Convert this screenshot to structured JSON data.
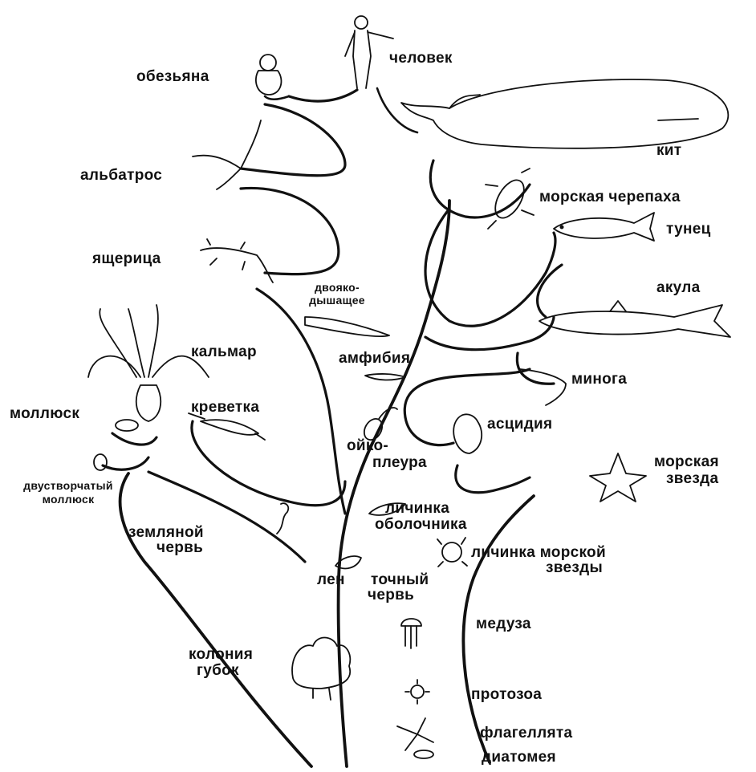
{
  "labels": {
    "human": "человек",
    "monkey": "обезьяна",
    "whale": "кит",
    "albatross": "альбатрос",
    "sea_turtle": "морская черепаха",
    "tuna": "тунец",
    "lizard": "ящерица",
    "lungfish_1": "двояко-",
    "lungfish_2": "дышащее",
    "shark": "акула",
    "squid": "кальмар",
    "amphibian": "амфибия",
    "lamprey": "минога",
    "shrimp": "креветка",
    "mollusk": "моллюск",
    "ascidian": "асцидия",
    "oikopleura_1": "ойко-",
    "oikopleura_2": "плеура",
    "starfish_1": "морская",
    "starfish_2": "звезда",
    "bivalve_1": "двустворчатый",
    "bivalve_2": "моллюск",
    "tunicate_larva_1": "личинка",
    "tunicate_larva_2": "оболочника",
    "earthworm_1": "земляной",
    "earthworm_2": "червь",
    "starfish_larva_1": "личинка морской",
    "starfish_larva_2": "звезды",
    "tapeworm_1": "лен",
    "tapeworm_1b": "точный",
    "tapeworm_2": "червь",
    "jellyfish": "медуза",
    "sponge_colony_1": "колония",
    "sponge_colony_2": "губок",
    "protozoa": "протозоа",
    "flagellate": "флагеллята",
    "diatom": "диатомея"
  },
  "icons": [
    "human-icon",
    "monkey-icon",
    "whale-icon",
    "albatross-icon",
    "sea-turtle-icon",
    "tuna-icon",
    "lizard-icon",
    "lungfish-icon",
    "shark-icon",
    "squid-icon",
    "amphibian-icon",
    "lamprey-icon",
    "shrimp-icon",
    "mollusk-icon",
    "ascidian-icon",
    "oikopleura-icon",
    "starfish-icon",
    "bivalve-icon",
    "tunicate-larva-icon",
    "earthworm-icon",
    "starfish-larva-icon",
    "tapeworm-icon",
    "jellyfish-icon",
    "sponge-colony-icon",
    "protozoa-icon",
    "flagellate-icon",
    "diatom-icon"
  ]
}
